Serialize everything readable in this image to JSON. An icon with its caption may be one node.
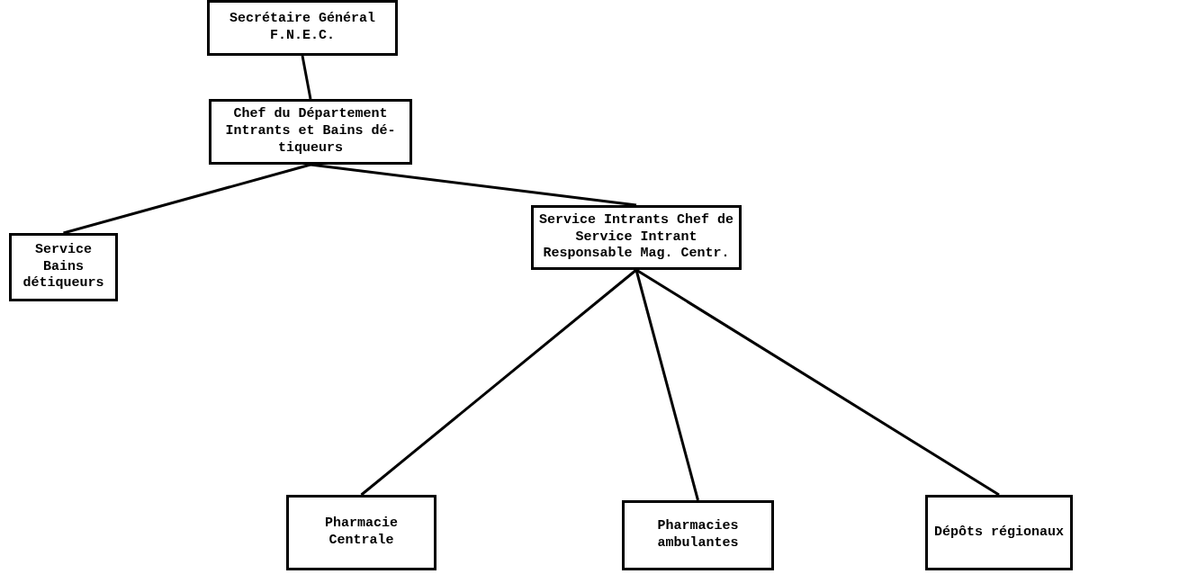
{
  "diagram": {
    "nodes": [
      {
        "text": [
          "Secrétaire Général F.N.E.C."
        ]
      },
      {
        "text": [
          "Chef du Département Intrants et Bains dé- tiqueurs"
        ]
      },
      {
        "text": [
          "Service Bains détiqueurs"
        ]
      },
      {
        "text": [
          "Service Intrants Chef de Service Intrant Responsable Mag. Centr."
        ]
      },
      {
        "text": [
          "Pharmacie Centrale"
        ]
      },
      {
        "text": [
          "Pharmacies ambulantes"
        ]
      },
      {
        "text": [
          "Dépôts régionaux"
        ]
      }
    ],
    "edges": [
      {
        "from": 0,
        "to": 1,
        "arrow": "none"
      },
      {
        "from": 1,
        "to": 2,
        "arrow": "none"
      },
      {
        "from": 1,
        "to": 3,
        "arrow": "none"
      },
      {
        "from": 3,
        "to": 4,
        "arrow": "none"
      },
      {
        "from": 3,
        "to": 5,
        "arrow": "none"
      },
      {
        "from": 3,
        "to": 6,
        "arrow": "none"
      }
    ]
  }
}
